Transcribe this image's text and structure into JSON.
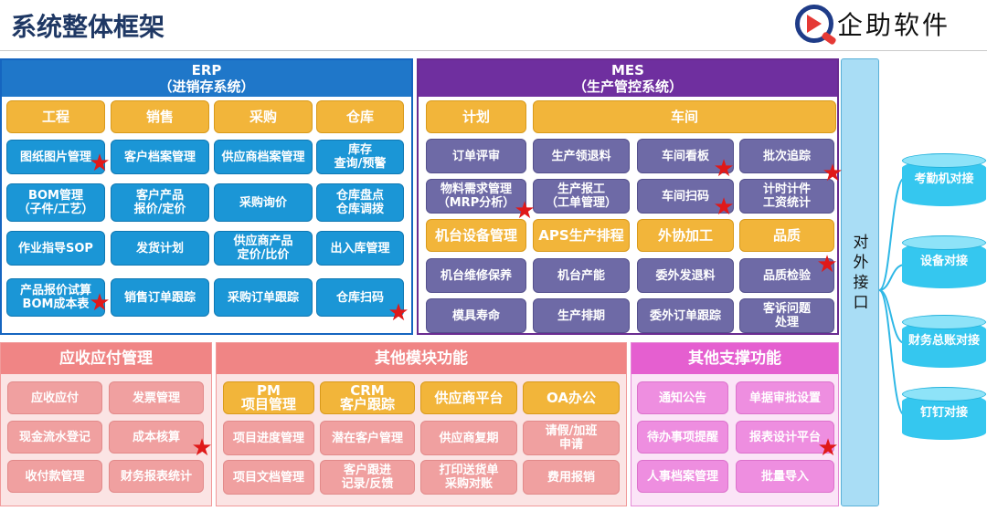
{
  "page": {
    "title": "系统整体框架",
    "logo_text": "企助软件"
  },
  "erp": {
    "title": "ERP",
    "subtitle": "（进销存系统）",
    "headers": [
      "工程",
      "销售",
      "采购",
      "仓库"
    ],
    "cells": [
      [
        "图纸图片管理",
        "BOM管理\n（子件/工艺）",
        "作业指导SOP",
        "产品报价试算\nBOM成本表"
      ],
      [
        "客户档案管理",
        "客户产品\n报价/定价",
        "发货计划",
        "销售订单跟踪"
      ],
      [
        "供应商档案管理",
        "采购询价",
        "供应商产品\n定价/比价",
        "采购订单跟踪"
      ],
      [
        "库存\n查询/预警",
        "仓库盘点\n仓库调拨",
        "出入库管理",
        "仓库扫码"
      ]
    ]
  },
  "mes": {
    "title": "MES",
    "subtitle": "（生产管控系统）",
    "plan_header": "计划",
    "workshop_header": "车间",
    "rows": [
      [
        "订单评审",
        "生产领退料",
        "车间看板",
        "批次追踪"
      ],
      [
        "物料需求管理\n（MRP分析）",
        "生产报工\n（工单管理）",
        "车间扫码",
        "计时计件\n工资统计"
      ],
      [
        "机台设备管理",
        "APS生产排程",
        "外协加工",
        "品质"
      ],
      [
        "机台维修保养",
        "机台产能",
        "委外发退料",
        "品质检验"
      ],
      [
        "模具寿命",
        "生产排期",
        "委外订单跟踪",
        "客诉问题\n处理"
      ]
    ]
  },
  "ar": {
    "title": "应收应付管理",
    "items": [
      "应收应付",
      "发票管理",
      "现金流水登记",
      "成本核算",
      "收付款管理",
      "财务报表统计"
    ]
  },
  "other": {
    "title": "其他模块功能",
    "headers": [
      "PM\n项目管理",
      "CRM\n客户跟踪",
      "供应商平台",
      "OA办公"
    ],
    "items": [
      "项目进度管理",
      "潜在客户管理",
      "供应商复期",
      "请假/加班\n申请",
      "项目文档管理",
      "客户跟进\n记录/反馈",
      "打印送货单\n采购对账",
      "费用报销"
    ]
  },
  "support": {
    "title": "其他支撑功能",
    "items": [
      "通知公告",
      "单据审批设置",
      "待办事项提醒",
      "报表设计平台",
      "人事档案管理",
      "批量导入"
    ]
  },
  "interface": {
    "label": "对\n外\n接\n口"
  },
  "integrations": [
    "考勤机对接",
    "设备对接",
    "财务总账对接",
    "钉钉对接"
  ],
  "star_glyph": "★",
  "colors": {
    "erp": "#1f77c9",
    "mes": "#6f2f9f",
    "gold": "#f2b53a",
    "blue": "#1b96d6",
    "gray": "#6e6aa6",
    "pink": "#f08585",
    "magenta": "#e55fd0",
    "cyan": "#35c7ef",
    "star": "#e01919"
  }
}
